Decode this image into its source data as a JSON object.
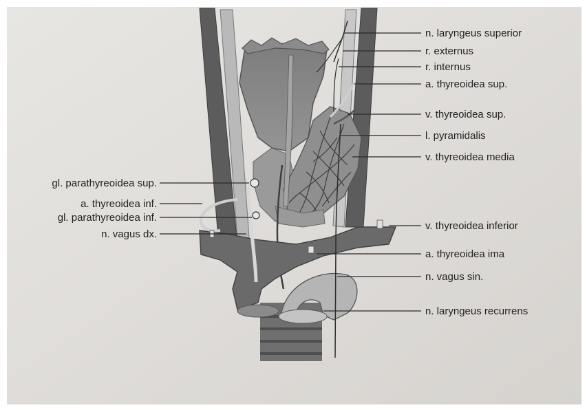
{
  "figure": {
    "labels_right": [
      {
        "id": "n-laryngeus-superior",
        "text": "n. laryngeus superior"
      },
      {
        "id": "r-externus",
        "text": "r. externus"
      },
      {
        "id": "r-internus",
        "text": "r. internus"
      },
      {
        "id": "a-thyreoidea-sup",
        "text": "a. thyreoidea sup."
      },
      {
        "id": "v-thyreoidea-sup",
        "text": "v. thyreoidea sup."
      },
      {
        "id": "l-pyramidalis",
        "text": "l. pyramidalis"
      },
      {
        "id": "v-thyreoidea-media",
        "text": "v. thyreoidea media"
      },
      {
        "id": "v-thyreoidea-inferior",
        "text": "v. thyreoidea inferior"
      },
      {
        "id": "a-thyreoidea-ima",
        "text": "a. thyreoidea ima"
      },
      {
        "id": "n-vagus-sin",
        "text": "n. vagus sin."
      },
      {
        "id": "n-laryngeus-recurrens",
        "text": "n. laryngeus recurrens"
      }
    ],
    "labels_left": [
      {
        "id": "gl-parathyreoidea-sup",
        "text": "gl. parathyreoidea sup."
      },
      {
        "id": "a-thyreoidea-inf",
        "text": "a. thyreoidea inf."
      },
      {
        "id": "gl-parathyreoidea-inf",
        "text": "gl. parathyreoidea inf."
      },
      {
        "id": "n-vagus-dx",
        "text": "n. vagus dx."
      }
    ],
    "colors": {
      "paper": "#dedcd9",
      "tissue_dark": "#6b6b6b",
      "tissue_mid": "#8c8c8c",
      "tissue_light": "#bdbdbd",
      "text": "#222222"
    }
  }
}
